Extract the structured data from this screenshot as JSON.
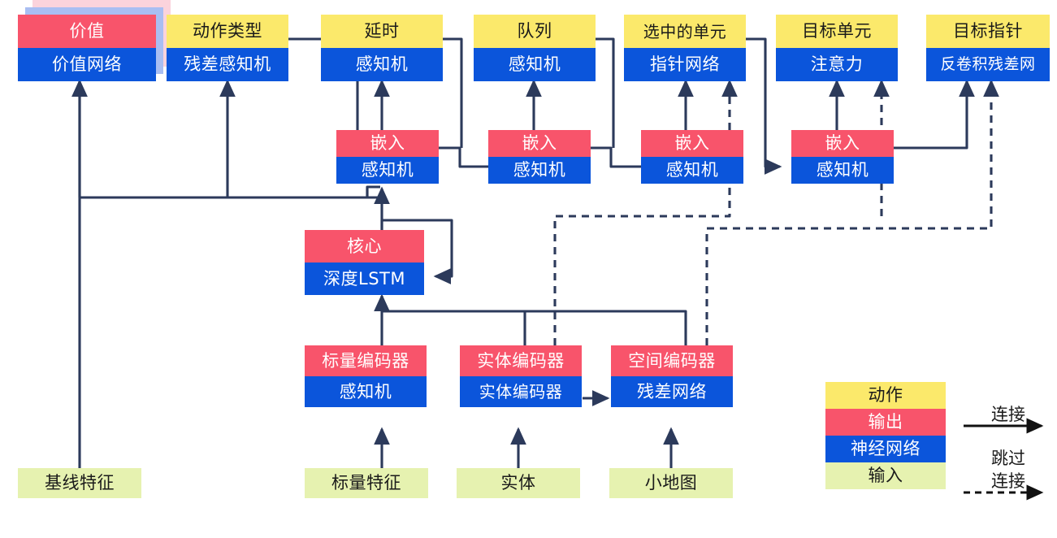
{
  "diagram": {
    "title": "AlphaStar-style agent architecture (Chinese labels)",
    "colors": {
      "action": "#FBE96B",
      "output": "#F8546B",
      "network": "#0B55DB",
      "input": "#E6F2B0",
      "edge": "#2C3A5B"
    },
    "nodes": [
      {
        "id": "value",
        "top": "价值",
        "bottom": "价值网络",
        "stacked": true
      },
      {
        "id": "action_type",
        "top": "动作类型",
        "bottom": "残差感知机",
        "stacked": false
      },
      {
        "id": "delay",
        "top": "延时",
        "bottom": "感知机",
        "stacked": false
      },
      {
        "id": "queue",
        "top": "队列",
        "bottom": "感知机",
        "stacked": false
      },
      {
        "id": "selected",
        "top": "选中的单元",
        "bottom": "指针网络",
        "stacked": false
      },
      {
        "id": "target_unit",
        "top": "目标单元",
        "bottom": "注意力",
        "stacked": false
      },
      {
        "id": "target_point",
        "top": "目标指针",
        "bottom": "反卷积残差网",
        "stacked": false
      },
      {
        "id": "embed1",
        "top": "嵌入",
        "bottom": "感知机",
        "stacked": false
      },
      {
        "id": "embed2",
        "top": "嵌入",
        "bottom": "感知机",
        "stacked": false
      },
      {
        "id": "embed3",
        "top": "嵌入",
        "bottom": "感知机",
        "stacked": false
      },
      {
        "id": "embed4",
        "top": "嵌入",
        "bottom": "感知机",
        "stacked": false
      },
      {
        "id": "core",
        "top": "核心",
        "bottom": "深度LSTM",
        "stacked": false
      },
      {
        "id": "scalar_enc",
        "top": "标量编码器",
        "bottom": "感知机",
        "stacked": false
      },
      {
        "id": "entity_enc",
        "top": "实体编码器",
        "bottom": "实体编码器",
        "stacked": false
      },
      {
        "id": "spatial_enc",
        "top": "空间编码器",
        "bottom": "残差网络",
        "stacked": false
      }
    ],
    "inputs": [
      {
        "id": "baseline_features",
        "label": "基线特征"
      },
      {
        "id": "scalar_features",
        "label": "标量特征"
      },
      {
        "id": "entities",
        "label": "实体"
      },
      {
        "id": "minimap",
        "label": "小地图"
      }
    ],
    "legend": {
      "swatches": [
        {
          "id": "legend-action",
          "label": "动作"
        },
        {
          "id": "legend-output",
          "label": "输出"
        },
        {
          "id": "legend-network",
          "label": "神经网络"
        },
        {
          "id": "legend-input",
          "label": "输入"
        }
      ],
      "line_solid_label": "连接",
      "line_dashed_label_1": "跳过",
      "line_dashed_label_2": "连接"
    }
  }
}
